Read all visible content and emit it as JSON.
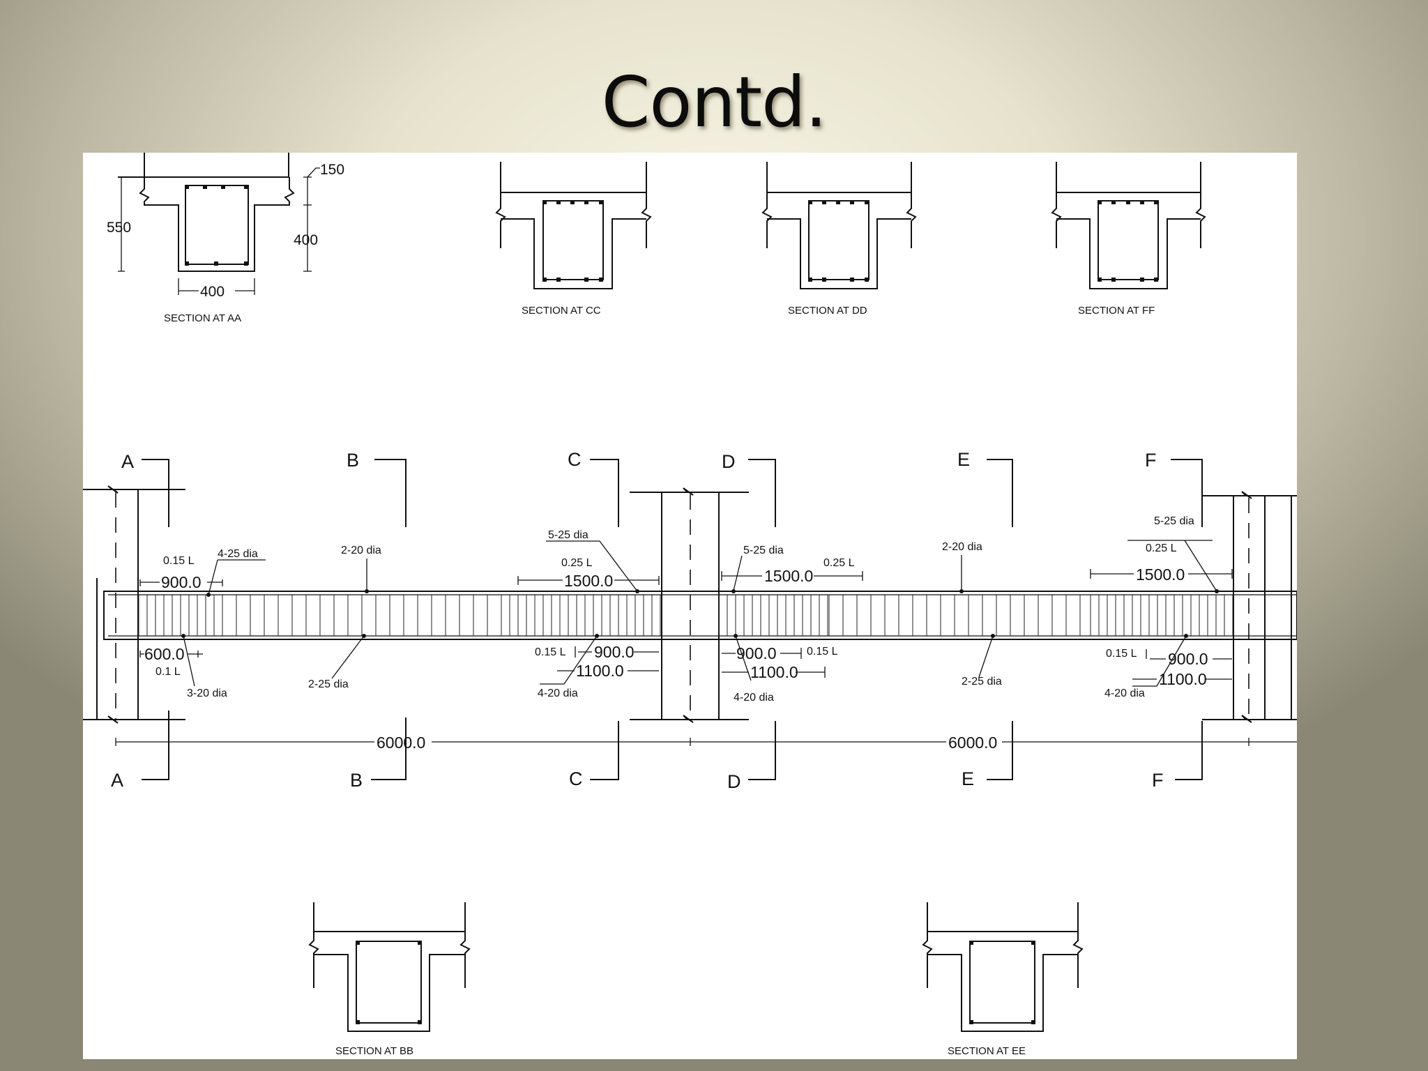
{
  "slide": {
    "title": "Contd."
  },
  "sections": {
    "aa": {
      "label": "SECTION AT AA",
      "dim_overall": "550",
      "dim_flange": "150",
      "dim_web_depth": "400",
      "dim_web_width": "400"
    },
    "bb": {
      "label": "SECTION AT BB"
    },
    "cc": {
      "label": "SECTION AT CC"
    },
    "dd": {
      "label": "SECTION AT DD"
    },
    "ee": {
      "label": "SECTION AT EE"
    },
    "ff": {
      "label": "SECTION AT FF"
    }
  },
  "cut_marks": [
    "A",
    "B",
    "C",
    "D",
    "E",
    "F"
  ],
  "annotations": {
    "left_span": {
      "top_ratio": "0.15 L",
      "top_bars": "4-25 dia",
      "top_len": "900.0",
      "mid_top_bars": "2-20 dia",
      "bottom_len": "600.0",
      "bottom_ratio": "0.1 L",
      "bottom_bars": "3-20 dia",
      "mid_bottom_bars": "2-25 dia"
    },
    "support_c": {
      "top_bars": "5-25 dia",
      "top_ratio": "0.25 L",
      "top_len": "1500.0",
      "bottom_ratio": "0.15 L",
      "bottom_len_1": "900.0",
      "bottom_len_2": "1100.0",
      "bottom_bars": "4-20 dia"
    },
    "support_d": {
      "top_bars": "5-25 dia",
      "top_ratio": "0.25 L",
      "top_len": "1500.0",
      "bottom_len_1": "900.0",
      "bottom_ratio": "0.15 L",
      "bottom_len_2": "1100.0",
      "bottom_bars": "4-20 dia"
    },
    "right_span": {
      "mid_top_bars": "2-20 dia",
      "mid_bottom_bars": "2-25 dia",
      "top_bars": "5-25 dia",
      "top_ratio": "0.25 L",
      "top_len": "1500.0",
      "bottom_ratio": "0.15 L",
      "bottom_len_1": "900.0",
      "bottom_len_2": "1100.0",
      "bottom_bars": "4-20 dia"
    },
    "span_length_1": "6000.0",
    "span_length_2": "6000.0"
  }
}
